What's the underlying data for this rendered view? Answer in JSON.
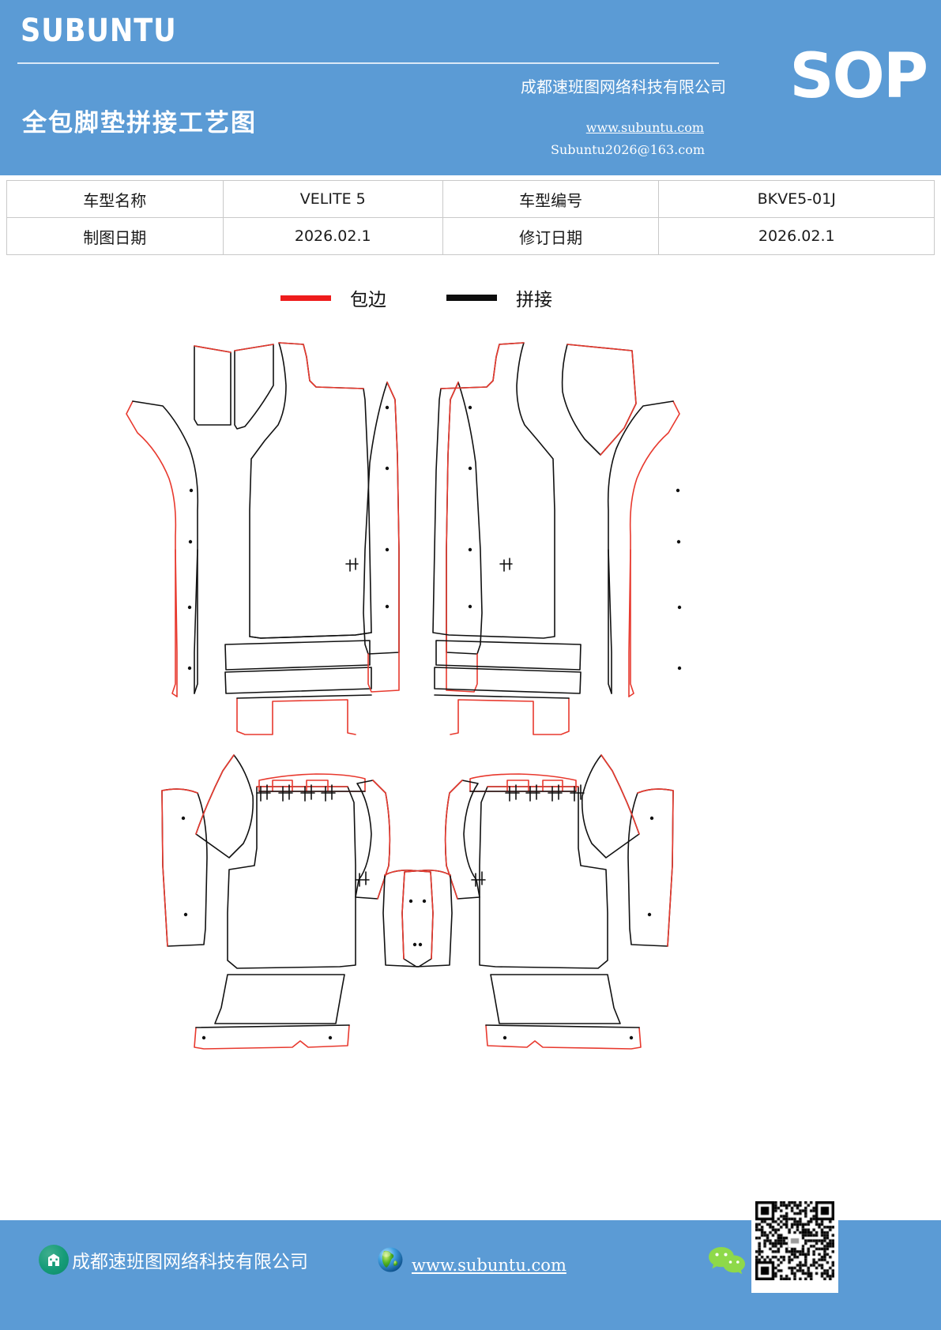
{
  "header": {
    "logo": "SUBUNTU",
    "doc_title": "全包脚垫拼接工艺图",
    "company_cn": "成都速班图网络科技有限公司",
    "website": "www.subuntu.com",
    "email": "Subuntu2026@163.com",
    "sop_badge": "SOP",
    "bg_color": "#5b9bd5"
  },
  "info_table": {
    "rows": [
      {
        "label_1": "车型名称",
        "value_1": "VELITE 5",
        "label_2": "车型编号",
        "value_2": "BKVE5-01J"
      },
      {
        "label_1": "制图日期",
        "value_1": "2026.02.1",
        "label_2": "修订日期",
        "value_2": "2026.02.1"
      }
    ]
  },
  "legend": {
    "items": [
      {
        "label": "包边",
        "color": "#ee1c1c",
        "meaning": "edge-binding"
      },
      {
        "label": "拼接",
        "color": "#0d0d0d",
        "meaning": "splice-seam"
      }
    ]
  },
  "drawing": {
    "description": "全包脚垫拼接工艺图 CAD 裁片轮廓",
    "groups": [
      {
        "name": "front-left-assembly"
      },
      {
        "name": "front-right-assembly"
      },
      {
        "name": "rear-left-assembly"
      },
      {
        "name": "rear-right-assembly"
      }
    ]
  },
  "footer": {
    "company_name": "成都速班图网络科技有限公司",
    "website": "www.subuntu.com",
    "bg_color": "#5b9bd5",
    "building_icon": "building-icon",
    "globe_icon": "globe-icon",
    "wechat_icon": "wechat-icon",
    "qr_code": "qr-code"
  }
}
